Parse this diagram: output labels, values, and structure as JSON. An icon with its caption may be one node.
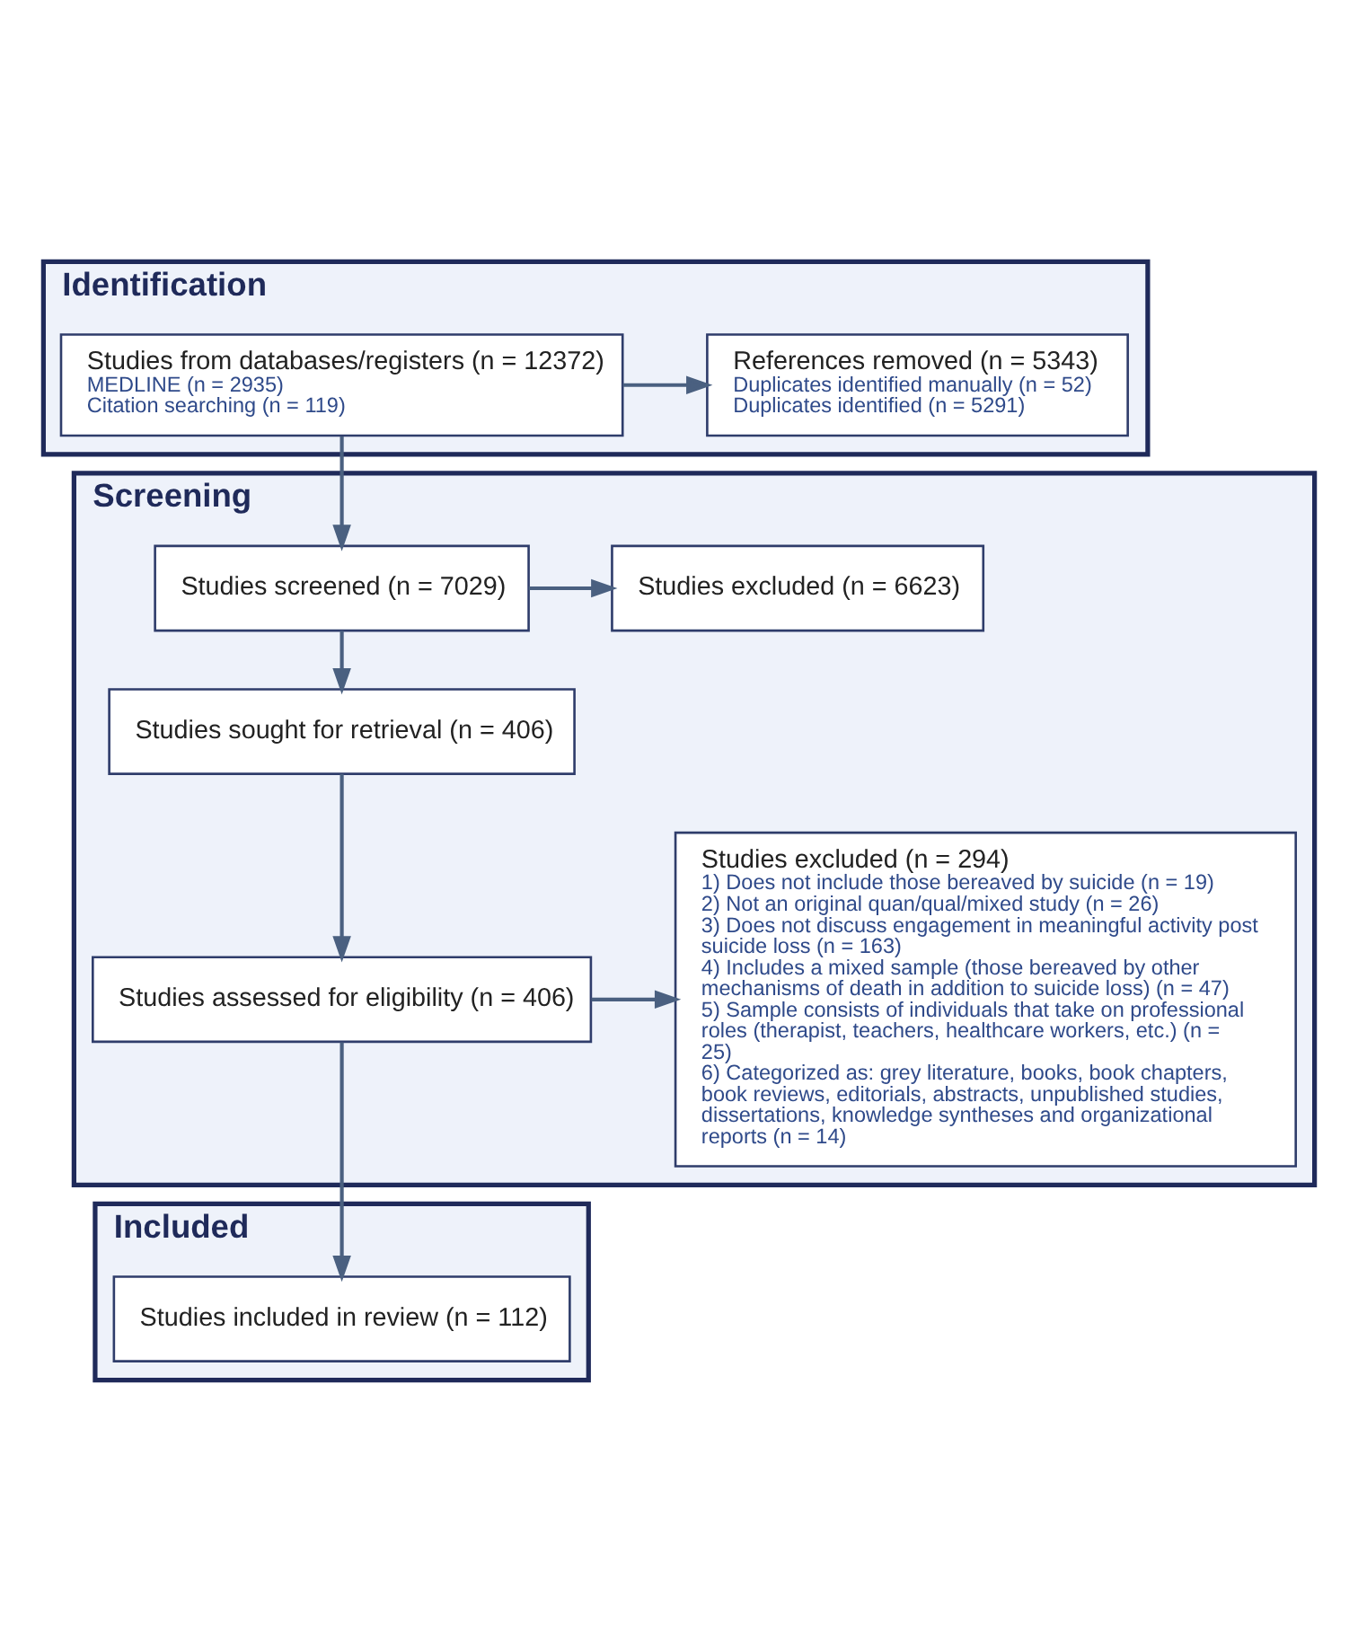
{
  "diagram": {
    "nodes": [
      {
        "text": [
          "Identification"
        ]
      },
      {
        "text": [
          "Studies from databases/registers (n = 12372)",
          "MEDLINE (n = 2935)",
          "Citation searching (n = 119)"
        ],
        "in": 0
      },
      {
        "text": [
          "References removed (n = 5343)",
          "Duplicates identified manually (n = 52)",
          "Duplicates identified (n = 5291)"
        ],
        "in": 0
      },
      {
        "text": [
          "Screening"
        ]
      },
      {
        "text": [
          "Studies screened (n = 7029)"
        ],
        "in": 3
      },
      {
        "text": [
          "Studies excluded (n = 6623)"
        ],
        "in": 3
      },
      {
        "text": [
          "Studies sought for retrieval (n = 406)"
        ],
        "in": 3
      },
      {
        "text": [
          "Studies excluded (n = 294)",
          "1) Does not include those bereaved by suicide (n = 19)",
          "2) Not an original quan/qual/mixed study (n = 26)",
          "3) Does not discuss engagement in meaningful activity post suicide loss (n = 163)",
          "4) Includes a mixed sample (those bereaved by other mechanisms of death in addition to suicide loss) (n = 47)",
          "5) Sample consists of individuals that take on professional roles (therapist, teachers, healthcare workers, etc.) (n = 25)",
          "6) Categorized as: grey literature, books, book chapters, book reviews, editorials, abstracts, unpublished studies, dissertations, knowledge syntheses and organizational reports (n = 14)"
        ],
        "in": 3
      },
      {
        "text": [
          "Studies assessed for eligibility (n = 406)"
        ],
        "in": 3
      },
      {
        "text": [
          "Included"
        ]
      },
      {
        "text": [
          "Studies included in review (n = 112)"
        ],
        "in": 9
      }
    ],
    "edges": [
      {
        "from": 1,
        "to": 2,
        "arrow": "to"
      },
      {
        "from": 1,
        "to": 4,
        "arrow": "to"
      },
      {
        "from": 4,
        "to": 5,
        "arrow": "to"
      },
      {
        "from": 4,
        "to": 6,
        "arrow": "to"
      },
      {
        "from": 6,
        "to": 8,
        "arrow": "to"
      },
      {
        "from": 8,
        "to": 7,
        "arrow": "to"
      },
      {
        "from": 8,
        "to": 10,
        "arrow": "to"
      }
    ]
  }
}
